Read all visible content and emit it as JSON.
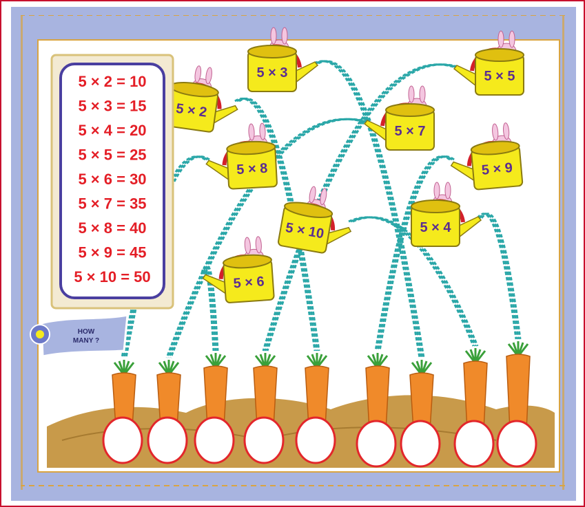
{
  "table": {
    "lines": [
      "5 × 2 = 10",
      "5 × 3 = 15",
      "5 × 4 = 20",
      "5 × 5 = 25",
      "5 × 6 = 30",
      "5 × 7 = 35",
      "5 × 8 = 40",
      "5 × 9 = 45",
      "5 × 10 = 50"
    ]
  },
  "label": {
    "line1": "HOW",
    "line2": "MANY ?"
  },
  "cans": [
    {
      "text": "5 × 2"
    },
    {
      "text": "5 × 3"
    },
    {
      "text": "5 × 5"
    },
    {
      "text": "5 × 7"
    },
    {
      "text": "5 × 8"
    },
    {
      "text": "5 × 9"
    },
    {
      "text": "5 × 10"
    },
    {
      "text": "5 × 4"
    },
    {
      "text": "5 × 6"
    }
  ],
  "answers": [
    "",
    "",
    "",
    "",
    "",
    "",
    "",
    "",
    ""
  ],
  "colors": {
    "outer_border": "#c8102e",
    "frame": "#a8b4e0",
    "table_border": "#4a3fa0",
    "table_text": "#e41e26",
    "can_body": "#f5ea1c",
    "can_text": "#5a2d91",
    "can_handle": "#d3202a",
    "carrot": "#f08a2a",
    "water": "#2aa7a8",
    "soil": "#c89a4a",
    "circle_border": "#e3262b"
  }
}
